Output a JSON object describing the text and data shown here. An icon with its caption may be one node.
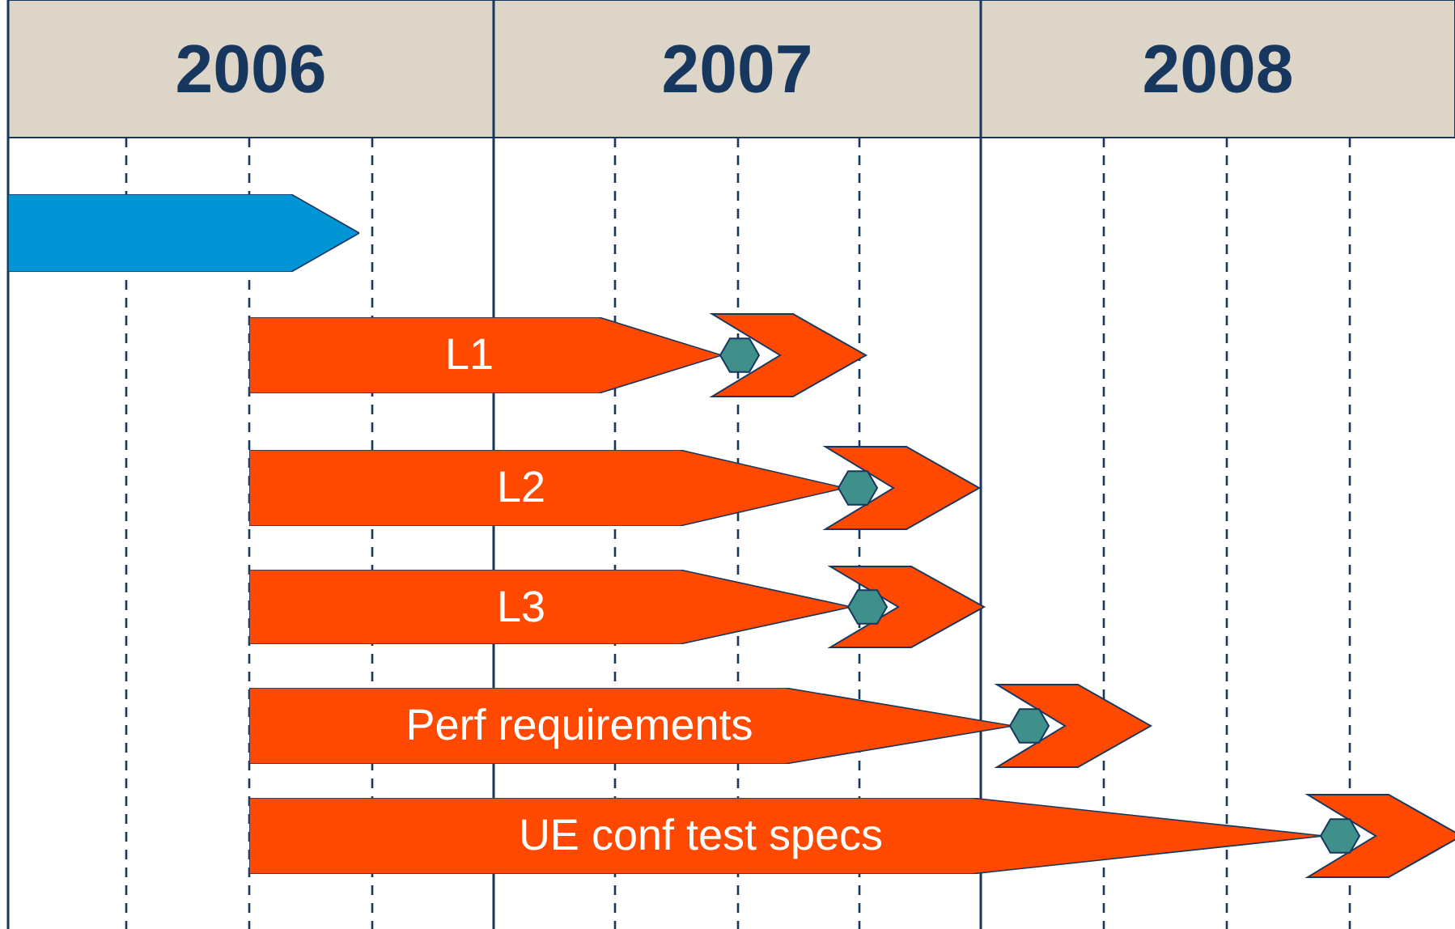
{
  "diagram": {
    "nodes": [
      {
        "text": [],
        "shape": "bar"
      },
      {
        "text": [
          "L1"
        ]
      },
      {
        "text": [
          "L2"
        ]
      },
      {
        "text": [
          "L3"
        ]
      },
      {
        "text": [
          "Perf requirements"
        ]
      },
      {
        "text": [
          "UE conf test specs"
        ]
      }
    ],
    "labels": [
      "2006",
      "2007",
      "2008"
    ]
  }
}
